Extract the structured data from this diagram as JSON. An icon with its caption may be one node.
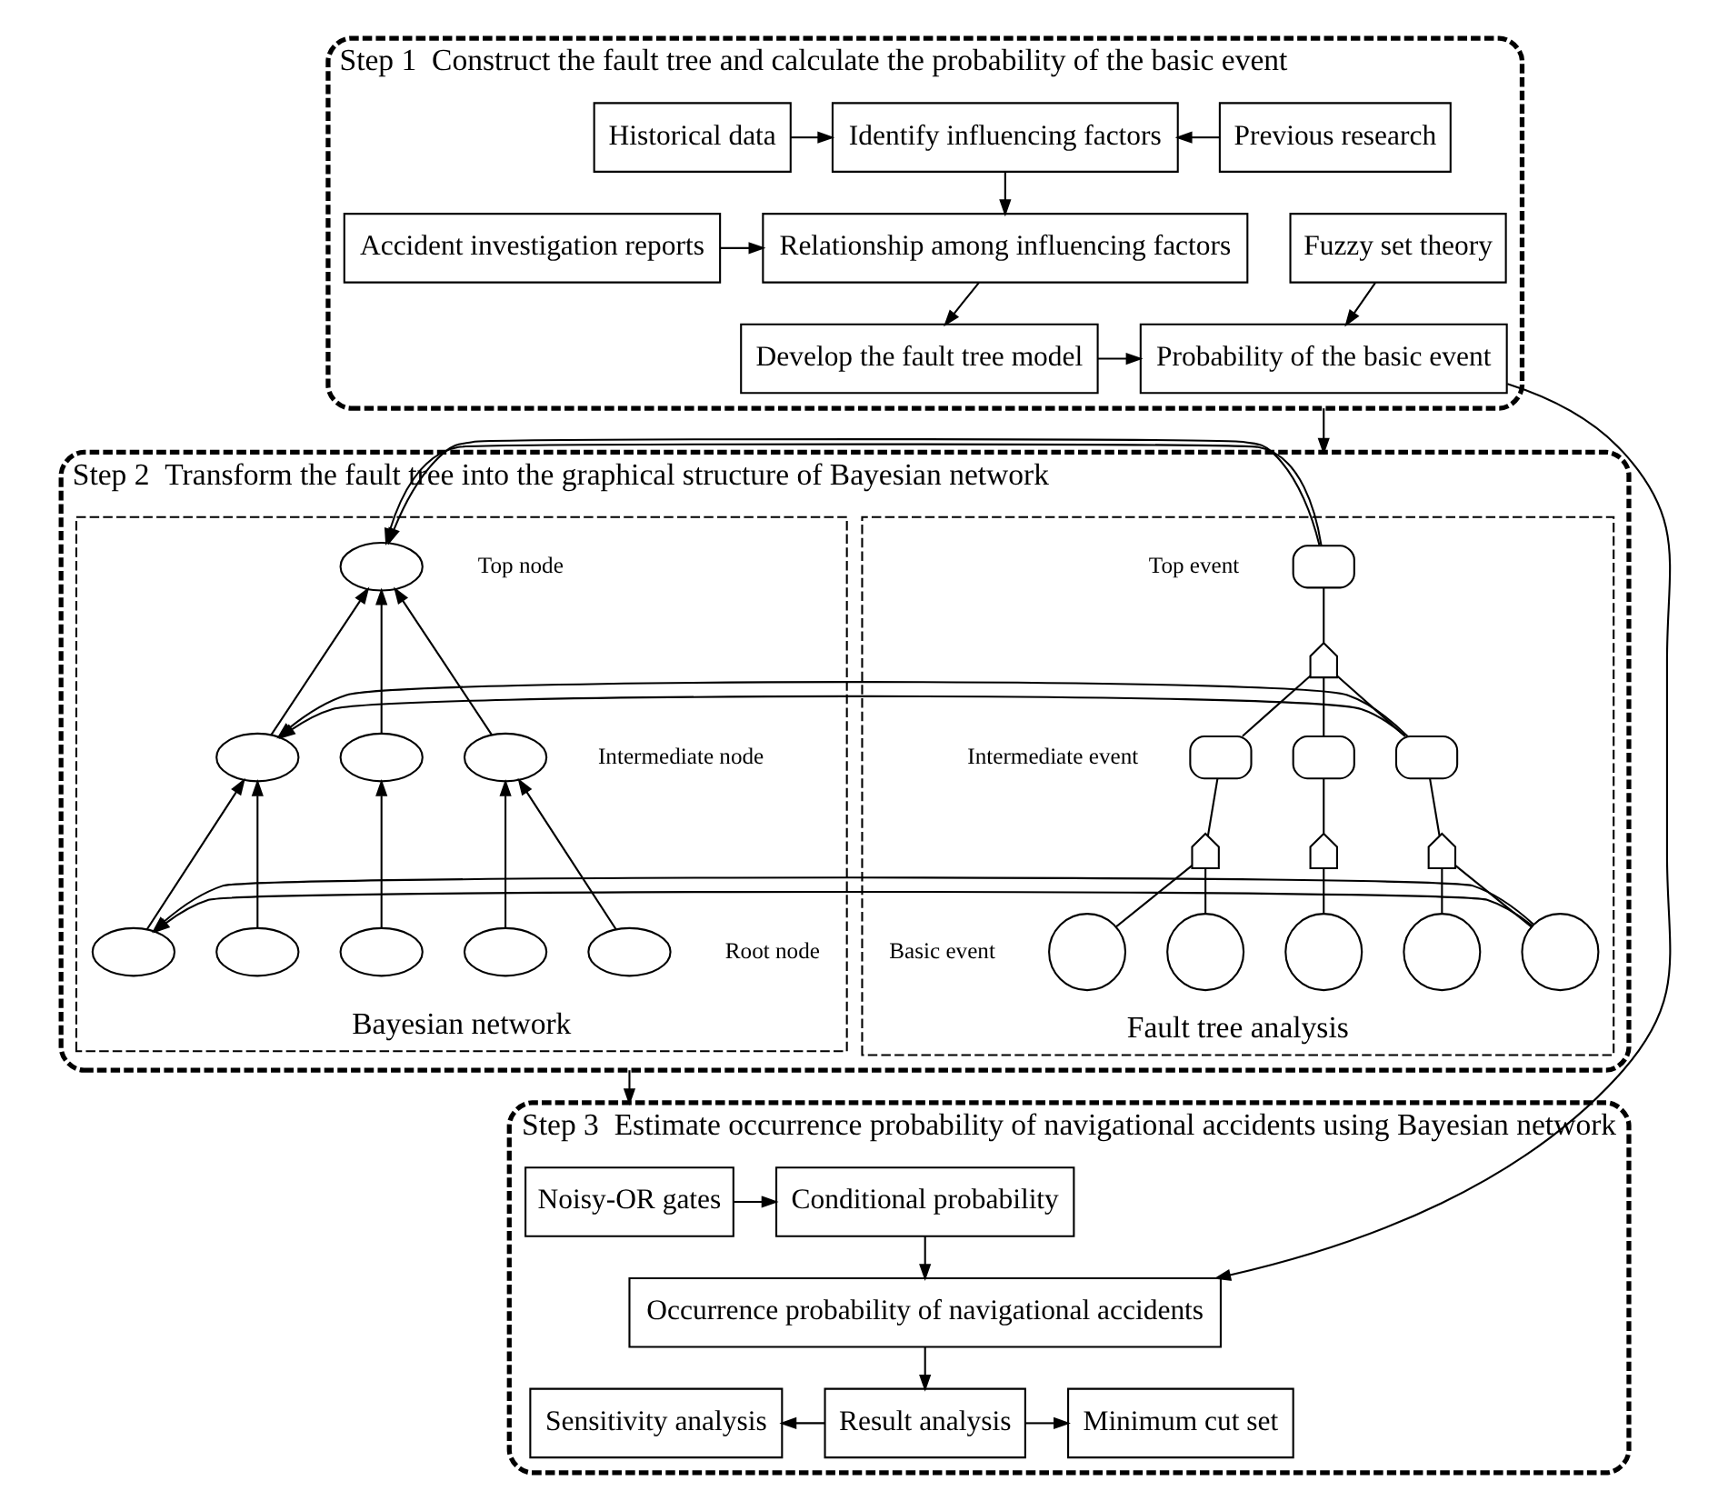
{
  "diagram": {
    "nodes": [
      {
        "text": [
          "Step 1  Construct the fault tree and calculate the probability of the basic event"
        ]
      },
      {
        "text": [
          "Historical data"
        ],
        "in": 0
      },
      {
        "text": [
          "Identify influencing factors"
        ],
        "in": 0
      },
      {
        "text": [
          "Previous research"
        ],
        "in": 0
      },
      {
        "text": [
          "Accident investigation reports"
        ],
        "in": 0
      },
      {
        "text": [
          "Relationship among influencing factors"
        ],
        "in": 0
      },
      {
        "text": [
          "Fuzzy set theory"
        ],
        "in": 0
      },
      {
        "text": [
          "Develop the fault tree model"
        ],
        "in": 0
      },
      {
        "text": [
          "Probability of the basic event"
        ],
        "in": 0
      },
      {
        "text": [
          "Step 2  Transform the fault tree into the graphical structure of Bayesian network"
        ]
      },
      {
        "text": [
          "Fault tree analysis"
        ],
        "in": 9
      },
      {
        "text": [],
        "shape": "box",
        "in": 10,
        "beside": [
          "Top event"
        ]
      },
      {
        "text": [],
        "shape": "gate",
        "in": 10
      },
      {
        "text": [],
        "shape": "box",
        "in": 10,
        "beside": [
          "Intermediate event"
        ]
      },
      {
        "text": [],
        "shape": "box",
        "in": 10
      },
      {
        "text": [],
        "shape": "box",
        "in": 10
      },
      {
        "text": [],
        "shape": "gate",
        "in": 10
      },
      {
        "text": [],
        "shape": "gate",
        "in": 10
      },
      {
        "text": [],
        "shape": "gate",
        "in": 10
      },
      {
        "text": [],
        "shape": "circle",
        "in": 10,
        "beside": [
          "Basic event"
        ]
      },
      {
        "text": [],
        "shape": "circle",
        "in": 10
      },
      {
        "text": [],
        "shape": "circle",
        "in": 10
      },
      {
        "text": [],
        "shape": "circle",
        "in": 10
      },
      {
        "text": [],
        "shape": "circle",
        "in": 10
      },
      {
        "text": [
          "Bayesian network"
        ],
        "in": 9
      },
      {
        "text": [],
        "shape": "ellipse",
        "in": 24,
        "beside": [
          "Top node"
        ]
      },
      {
        "text": [],
        "shape": "ellipse",
        "in": 24
      },
      {
        "text": [],
        "shape": "ellipse",
        "in": 24
      },
      {
        "text": [],
        "shape": "ellipse",
        "in": 24,
        "beside": [
          "Intermediate node"
        ]
      },
      {
        "text": [],
        "shape": "ellipse",
        "in": 24
      },
      {
        "text": [],
        "shape": "ellipse",
        "in": 24
      },
      {
        "text": [],
        "shape": "ellipse",
        "in": 24
      },
      {
        "text": [],
        "shape": "ellipse",
        "in": 24
      },
      {
        "text": [],
        "shape": "ellipse",
        "in": 24,
        "beside": [
          "Root node"
        ]
      },
      {
        "text": [
          "Step 3  Estimate occurrence probability of navigational accidents using Bayesian network"
        ]
      },
      {
        "text": [
          "Noisy-OR gates"
        ],
        "in": 34
      },
      {
        "text": [
          "Conditional probability"
        ],
        "in": 34
      },
      {
        "text": [
          "Occurrence probability of navigational accidents"
        ],
        "in": 34
      },
      {
        "text": [
          "Result analysis"
        ],
        "in": 34
      },
      {
        "text": [
          "Sensitivity analysis"
        ],
        "in": 34
      },
      {
        "text": [
          "Minimum cut set"
        ],
        "in": 34
      }
    ],
    "edges": [
      {
        "from": 1,
        "to": 2,
        "arrow": "to"
      },
      {
        "from": 3,
        "to": 2,
        "arrow": "to"
      },
      {
        "from": 2,
        "to": 5,
        "arrow": "to"
      },
      {
        "from": 4,
        "to": 5,
        "arrow": "to"
      },
      {
        "from": 5,
        "to": 7,
        "arrow": "to"
      },
      {
        "from": 7,
        "to": 8,
        "arrow": "to"
      },
      {
        "from": 6,
        "to": 8,
        "arrow": "to"
      },
      {
        "from": 8,
        "to": 37,
        "arrow": "to"
      },
      {
        "from": 0,
        "to": 9,
        "arrow": "to"
      },
      {
        "from": 11,
        "to": 12,
        "arrow": "none"
      },
      {
        "from": 12,
        "to": 13,
        "arrow": "none"
      },
      {
        "from": 12,
        "to": 14,
        "arrow": "none"
      },
      {
        "from": 12,
        "to": 15,
        "arrow": "none"
      },
      {
        "from": 13,
        "to": 16,
        "arrow": "none"
      },
      {
        "from": 14,
        "to": 17,
        "arrow": "none"
      },
      {
        "from": 15,
        "to": 18,
        "arrow": "none"
      },
      {
        "from": 16,
        "to": 19,
        "arrow": "none"
      },
      {
        "from": 16,
        "to": 20,
        "arrow": "none"
      },
      {
        "from": 17,
        "to": 21,
        "arrow": "none"
      },
      {
        "from": 18,
        "to": 22,
        "arrow": "none"
      },
      {
        "from": 18,
        "to": 23,
        "arrow": "none"
      },
      {
        "from": 11,
        "to": 25,
        "arrow": "to"
      },
      {
        "from": 15,
        "to": 26,
        "arrow": "to"
      },
      {
        "from": 23,
        "to": 29,
        "arrow": "to"
      },
      {
        "from": 26,
        "to": 25,
        "arrow": "to"
      },
      {
        "from": 27,
        "to": 25,
        "arrow": "to"
      },
      {
        "from": 28,
        "to": 25,
        "arrow": "to"
      },
      {
        "from": 29,
        "to": 26,
        "arrow": "to"
      },
      {
        "from": 30,
        "to": 26,
        "arrow": "to"
      },
      {
        "from": 31,
        "to": 27,
        "arrow": "to"
      },
      {
        "from": 32,
        "to": 28,
        "arrow": "to"
      },
      {
        "from": 33,
        "to": 28,
        "arrow": "to"
      },
      {
        "from": 9,
        "to": 34,
        "arrow": "to"
      },
      {
        "from": 35,
        "to": 36,
        "arrow": "to"
      },
      {
        "from": 36,
        "to": 37,
        "arrow": "to"
      },
      {
        "from": 37,
        "to": 38,
        "arrow": "to"
      },
      {
        "from": 38,
        "to": 39,
        "arrow": "to"
      },
      {
        "from": 38,
        "to": 40,
        "arrow": "to"
      }
    ]
  }
}
